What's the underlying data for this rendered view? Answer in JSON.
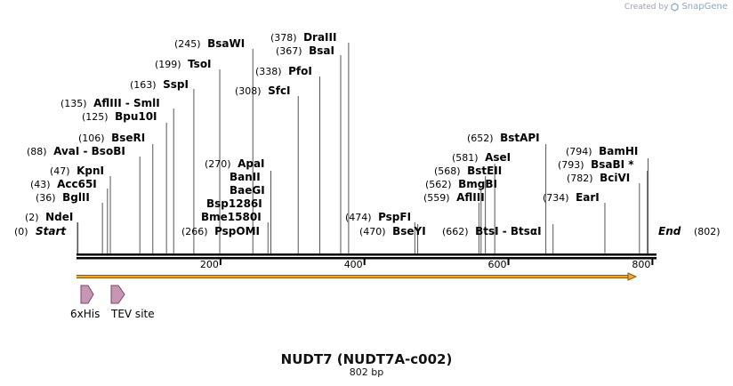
{
  "credit": {
    "label": "Created by",
    "brand": "SnapGene"
  },
  "map": {
    "title": "NUDT7 (NUDT7A-c002)",
    "length_label": "802 bp",
    "length_bp": 802,
    "start_label": "Start",
    "start_pos": "(0)",
    "end_label": "End",
    "end_pos": "(802)",
    "ticks": [
      {
        "bp": 200,
        "label": "200"
      },
      {
        "bp": 400,
        "label": "400"
      },
      {
        "bp": 600,
        "label": "600"
      },
      {
        "bp": 800,
        "label": "800"
      }
    ],
    "sites": [
      {
        "pos": "(2)",
        "name": "NdeI",
        "bp": 2
      },
      {
        "pos": "(36)",
        "name": "BglII",
        "bp": 36
      },
      {
        "pos": "(43)",
        "name": "Acc65I",
        "bp": 43
      },
      {
        "pos": "(47)",
        "name": "KpnI",
        "bp": 47
      },
      {
        "pos": "(88)",
        "name": "AvaI  - BsoBI",
        "bp": 88
      },
      {
        "pos": "(106)",
        "name": "BseRI",
        "bp": 106
      },
      {
        "pos": "(125)",
        "name": "Bpu10I",
        "bp": 125
      },
      {
        "pos": "(135)",
        "name": "AflIII  - SmlI",
        "bp": 135
      },
      {
        "pos": "(163)",
        "name": "SspI",
        "bp": 163
      },
      {
        "pos": "(199)",
        "name": "TsoI",
        "bp": 199
      },
      {
        "pos": "(245)",
        "name": "BsaWI",
        "bp": 245
      },
      {
        "pos": "(266)",
        "name": "PspOMI",
        "bp": 266
      },
      {
        "pos": "",
        "name": "Bme1580I",
        "bp": 270
      },
      {
        "pos": "",
        "name": "Bsp1286I",
        "bp": 270
      },
      {
        "pos": "",
        "name": "BaeGI",
        "bp": 270
      },
      {
        "pos": "",
        "name": "BanII",
        "bp": 270
      },
      {
        "pos": "(270)",
        "name": "ApaI",
        "bp": 270
      },
      {
        "pos": "(308)",
        "name": "SfcI",
        "bp": 308
      },
      {
        "pos": "(338)",
        "name": "PfoI",
        "bp": 338
      },
      {
        "pos": "(367)",
        "name": "BsaI",
        "bp": 367
      },
      {
        "pos": "(378)",
        "name": "DraIII",
        "bp": 378
      },
      {
        "pos": "(470)",
        "name": "BseYI",
        "bp": 470
      },
      {
        "pos": "(474)",
        "name": "PspFI",
        "bp": 474
      },
      {
        "pos": "(559)",
        "name": "AflIII",
        "bp": 559
      },
      {
        "pos": "(562)",
        "name": "BmgBI",
        "bp": 562
      },
      {
        "pos": "(568)",
        "name": "BstEII",
        "bp": 568
      },
      {
        "pos": "(581)",
        "name": "AseI",
        "bp": 581
      },
      {
        "pos": "(652)",
        "name": "BstAPI",
        "bp": 652
      },
      {
        "pos": "(662)",
        "name": "BtsI  - BtsαI",
        "bp": 662
      },
      {
        "pos": "(734)",
        "name": "EarI",
        "bp": 734
      },
      {
        "pos": "(782)",
        "name": "BciVI",
        "bp": 782
      },
      {
        "pos": "(793)",
        "name": "BsaBI *",
        "bp": 793
      },
      {
        "pos": "(794)",
        "name": "BamHI",
        "bp": 794
      }
    ],
    "features": [
      {
        "name": "6xHis",
        "color": "#c896b4"
      },
      {
        "name": "TEV site",
        "color": "#c896b4"
      }
    ],
    "orf_color": "#f0a830",
    "orf_border_color": "#8a5a10"
  }
}
